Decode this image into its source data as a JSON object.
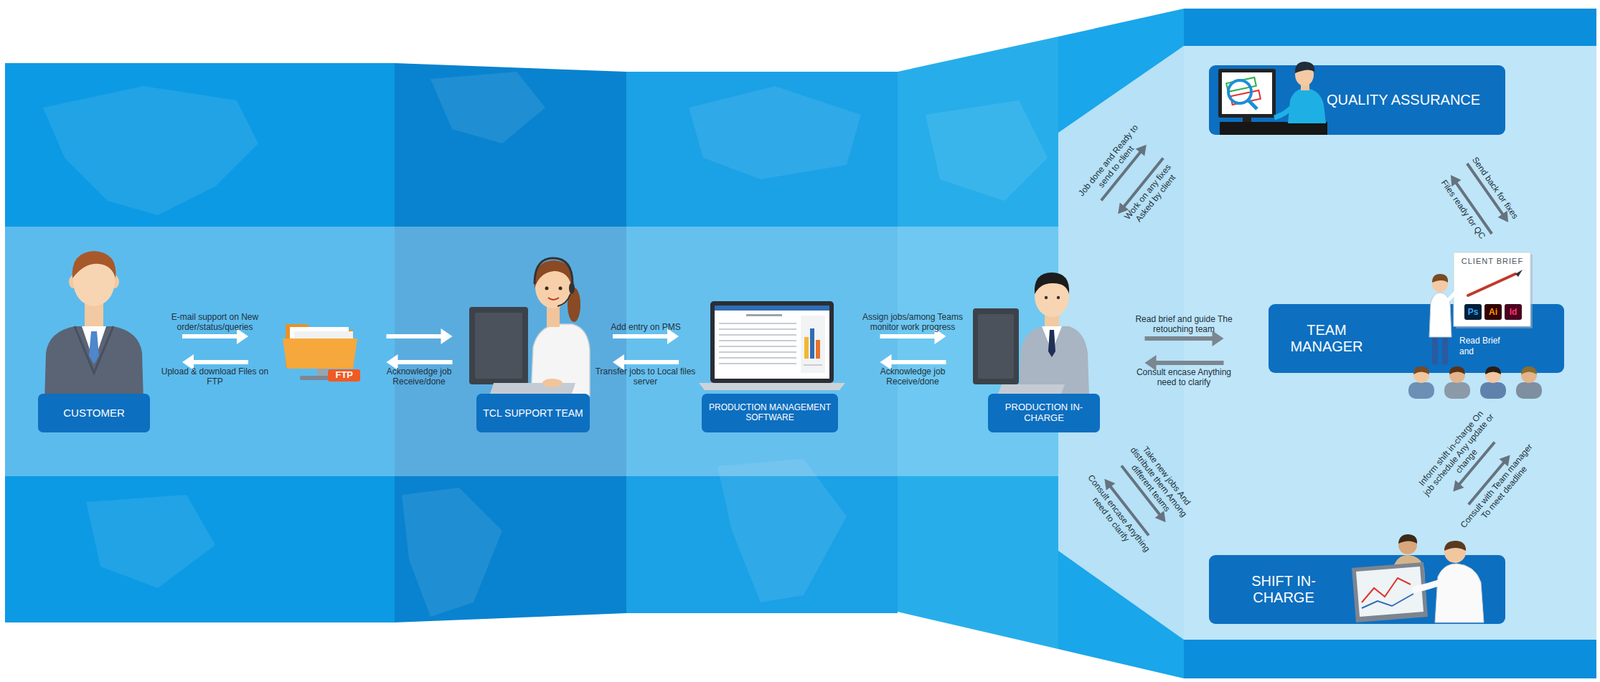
{
  "diagram": {
    "nodes": [
      {
        "text": [
          "CUSTOMER"
        ]
      },
      {
        "text": [
          "FTP"
        ]
      },
      {
        "text": [
          "TCL SUPPORT TEAM"
        ]
      },
      {
        "text": [
          "PRODUCTION MANAGEMENT SOFTWARE"
        ]
      },
      {
        "text": [
          "PRODUCTION IN-CHARGE"
        ]
      },
      {
        "text": [
          "QUALITY ASSURANCE"
        ]
      },
      {
        "text": [
          "TEAM MANAGER"
        ]
      },
      {
        "text": [
          "SHIFT IN-CHARGE"
        ]
      }
    ],
    "edges": [
      {
        "from": 0,
        "to": 1,
        "arrow": "to",
        "label": "E-mail support on New order/status/queries"
      },
      {
        "from": 1,
        "to": 0,
        "arrow": "to",
        "label": "Upload & download Files on FTP"
      },
      {
        "from": 1,
        "to": 2,
        "arrow": "to"
      },
      {
        "from": 2,
        "to": 1,
        "arrow": "to",
        "label": "Acknowledge job Receive/done"
      },
      {
        "from": 2,
        "to": 3,
        "arrow": "to",
        "label": "Add entry on PMS"
      },
      {
        "from": 3,
        "to": 2,
        "arrow": "to",
        "label": "Transfer jobs to Local files server"
      },
      {
        "from": 3,
        "to": 4,
        "arrow": "to",
        "label": "Assign jobs/among Teams monitor work progress"
      },
      {
        "from": 4,
        "to": 3,
        "arrow": "to",
        "label": "Acknowledge job Receive/done"
      },
      {
        "from": 4,
        "to": 5,
        "arrow": "to",
        "label": "Job done and Ready to send to client"
      },
      {
        "from": 5,
        "to": 4,
        "arrow": "to",
        "label": "Work on any fixes Asked by client"
      },
      {
        "from": 4,
        "to": 6,
        "arrow": "to",
        "label": "Read brief and guide The retouching team"
      },
      {
        "from": 6,
        "to": 4,
        "arrow": "to",
        "label": "Consult encase Anything need to clarify"
      },
      {
        "from": 4,
        "to": 7,
        "arrow": "to",
        "label": "Take new jobs And distribute them Among different teams"
      },
      {
        "from": 7,
        "to": 4,
        "arrow": "to",
        "label": "Consult encase Anything need to clarify"
      },
      {
        "from": 5,
        "to": 6,
        "arrow": "to",
        "label": "Send back for fixes"
      },
      {
        "from": 6,
        "to": 5,
        "arrow": "to",
        "label": "Files ready for QC"
      },
      {
        "from": 6,
        "to": 7,
        "arrow": "to",
        "label": "Inform shift in-charge On job schedule Any update or change"
      },
      {
        "from": 7,
        "to": 6,
        "arrow": "to",
        "label": "Consult with Team manager To meet deadline"
      }
    ],
    "labels": [
      "CLIENT BRIEF",
      "Ps",
      "Ai",
      "Id",
      "Read Brief and"
    ]
  }
}
